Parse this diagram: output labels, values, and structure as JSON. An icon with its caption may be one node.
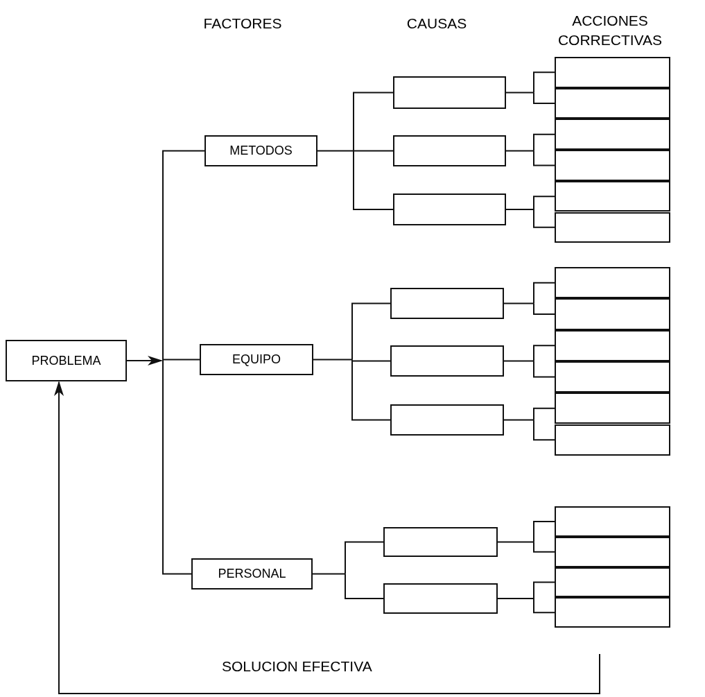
{
  "diagram": {
    "nodes": [
      {
        "text": [
          "PROBLEMA"
        ]
      },
      {
        "text": [
          "METODOS"
        ]
      },
      {
        "text": [
          "EQUIPO"
        ]
      },
      {
        "text": [
          "PERSONAL"
        ]
      },
      {
        "text": [],
        "shape": "box"
      },
      {
        "text": [],
        "shape": "box"
      },
      {
        "text": [],
        "shape": "box"
      },
      {
        "text": [],
        "shape": "box"
      },
      {
        "text": [],
        "shape": "box"
      },
      {
        "text": [],
        "shape": "box"
      },
      {
        "text": [],
        "shape": "box"
      },
      {
        "text": [],
        "shape": "box"
      },
      {
        "text": [],
        "shape": "box"
      },
      {
        "text": [],
        "shape": "box"
      },
      {
        "text": [],
        "shape": "box"
      },
      {
        "text": [],
        "shape": "box"
      },
      {
        "text": [],
        "shape": "box"
      },
      {
        "text": [],
        "shape": "box"
      },
      {
        "text": [],
        "shape": "box"
      },
      {
        "text": [],
        "shape": "box"
      },
      {
        "text": [],
        "shape": "box"
      },
      {
        "text": [],
        "shape": "box"
      },
      {
        "text": [],
        "shape": "box"
      },
      {
        "text": [],
        "shape": "box"
      },
      {
        "text": [],
        "shape": "box"
      },
      {
        "text": [],
        "shape": "box"
      },
      {
        "text": [],
        "shape": "box"
      },
      {
        "text": [],
        "shape": "box"
      }
    ],
    "edges": [
      {
        "from": 0,
        "to": null,
        "arrow": "to"
      },
      {
        "from": 0,
        "to": 1,
        "arrow": "none"
      },
      {
        "from": 0,
        "to": 2,
        "arrow": "none"
      },
      {
        "from": 0,
        "to": 3,
        "arrow": "none"
      },
      {
        "from": 1,
        "to": 4,
        "arrow": "none"
      },
      {
        "from": 1,
        "to": 5,
        "arrow": "none"
      },
      {
        "from": 1,
        "to": 6,
        "arrow": "none"
      },
      {
        "from": 2,
        "to": 7,
        "arrow": "none"
      },
      {
        "from": 2,
        "to": 8,
        "arrow": "none"
      },
      {
        "from": 2,
        "to": 9,
        "arrow": "none"
      },
      {
        "from": 3,
        "to": 10,
        "arrow": "none"
      },
      {
        "from": 3,
        "to": 11,
        "arrow": "none"
      },
      {
        "from": 4,
        "to": 12,
        "arrow": "none"
      },
      {
        "from": 4,
        "to": 13,
        "arrow": "none"
      },
      {
        "from": 5,
        "to": 14,
        "arrow": "none"
      },
      {
        "from": 5,
        "to": 15,
        "arrow": "none"
      },
      {
        "from": 6,
        "to": 16,
        "arrow": "none"
      },
      {
        "from": 6,
        "to": 17,
        "arrow": "none"
      },
      {
        "from": 7,
        "to": 18,
        "arrow": "none"
      },
      {
        "from": 7,
        "to": 19,
        "arrow": "none"
      },
      {
        "from": 8,
        "to": 20,
        "arrow": "none"
      },
      {
        "from": 8,
        "to": 21,
        "arrow": "none"
      },
      {
        "from": 9,
        "to": 22,
        "arrow": "none"
      },
      {
        "from": 9,
        "to": 23,
        "arrow": "none"
      },
      {
        "from": 10,
        "to": 24,
        "arrow": "none"
      },
      {
        "from": 10,
        "to": 25,
        "arrow": "none"
      },
      {
        "from": 11,
        "to": 26,
        "arrow": "none"
      },
      {
        "from": 11,
        "to": 27,
        "arrow": "none"
      },
      {
        "from": null,
        "to": 0,
        "arrow": "to",
        "label": "SOLUCION EFECTIVA"
      }
    ],
    "labels": [
      "FACTORES",
      "CAUSAS",
      "ACCIONES CORRECTIVAS"
    ]
  }
}
